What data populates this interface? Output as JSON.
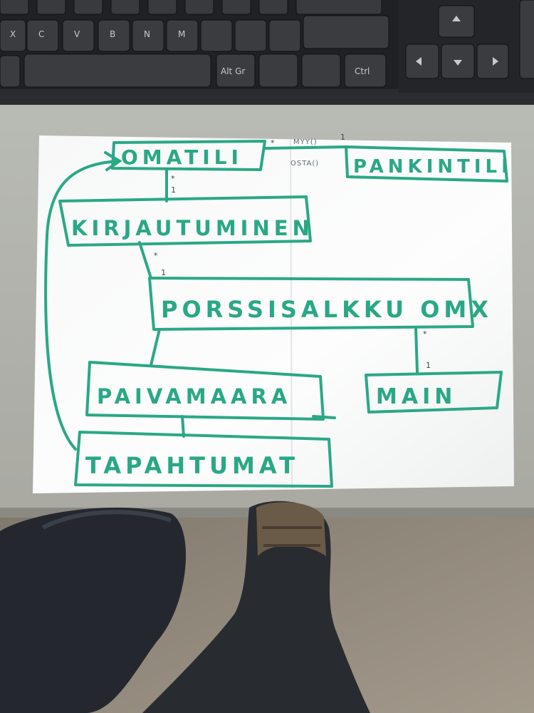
{
  "photo": {
    "keyboard": {
      "keys": [
        "X",
        "C",
        "V",
        "B",
        "N",
        "M",
        "Alt Gr",
        "Ctrl"
      ]
    },
    "diagram": {
      "ink_color": "#2aa886",
      "classes": [
        {
          "id": "omatili",
          "label": "OMATILI"
        },
        {
          "id": "pankintili",
          "label": "PANKINTILI"
        },
        {
          "id": "kirjautuminen",
          "label": "KIRJAUTUMINEN"
        },
        {
          "id": "porssisalkku",
          "label": "PORSSISALKKU OMX"
        },
        {
          "id": "paivamaara",
          "label": "PAIVAMAARA"
        },
        {
          "id": "main",
          "label": "MAIN"
        },
        {
          "id": "tapahtumat",
          "label": "TAPAHTUMAT"
        }
      ],
      "relations": {
        "omatili_pankintili": {
          "method_top": "MYY()",
          "method_bottom": "OSTA()",
          "mult_left": "*",
          "mult_right": "1"
        },
        "omatili_kirjautuminen": {
          "mult_top": "*",
          "mult_bottom": "1"
        },
        "kirjautuminen_porssisalkku": {
          "mult_top": "*",
          "mult_bottom": "1"
        },
        "porssisalkku_main": {
          "mult_top": "*",
          "mult_bottom": "1"
        }
      }
    }
  }
}
